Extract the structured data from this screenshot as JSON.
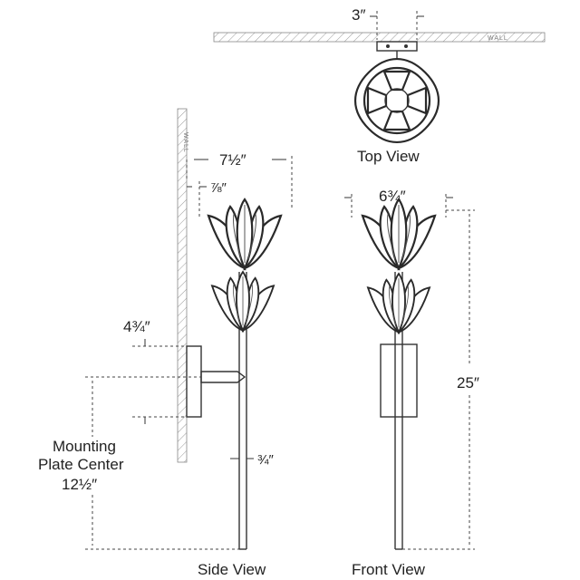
{
  "labels": {
    "top_width": "3″",
    "top_view": "Top View",
    "wall": "WALL",
    "side_width": "7½″",
    "side_depth": "⅞″",
    "plate_height": "4¾″",
    "mounting_line1": "Mounting",
    "mounting_line2": "Plate Center",
    "mounting_value": "12½″",
    "stem_width": "¾″",
    "side_view": "Side View",
    "front_width": "6¾″",
    "total_height": "25″",
    "front_view": "Front View"
  }
}
